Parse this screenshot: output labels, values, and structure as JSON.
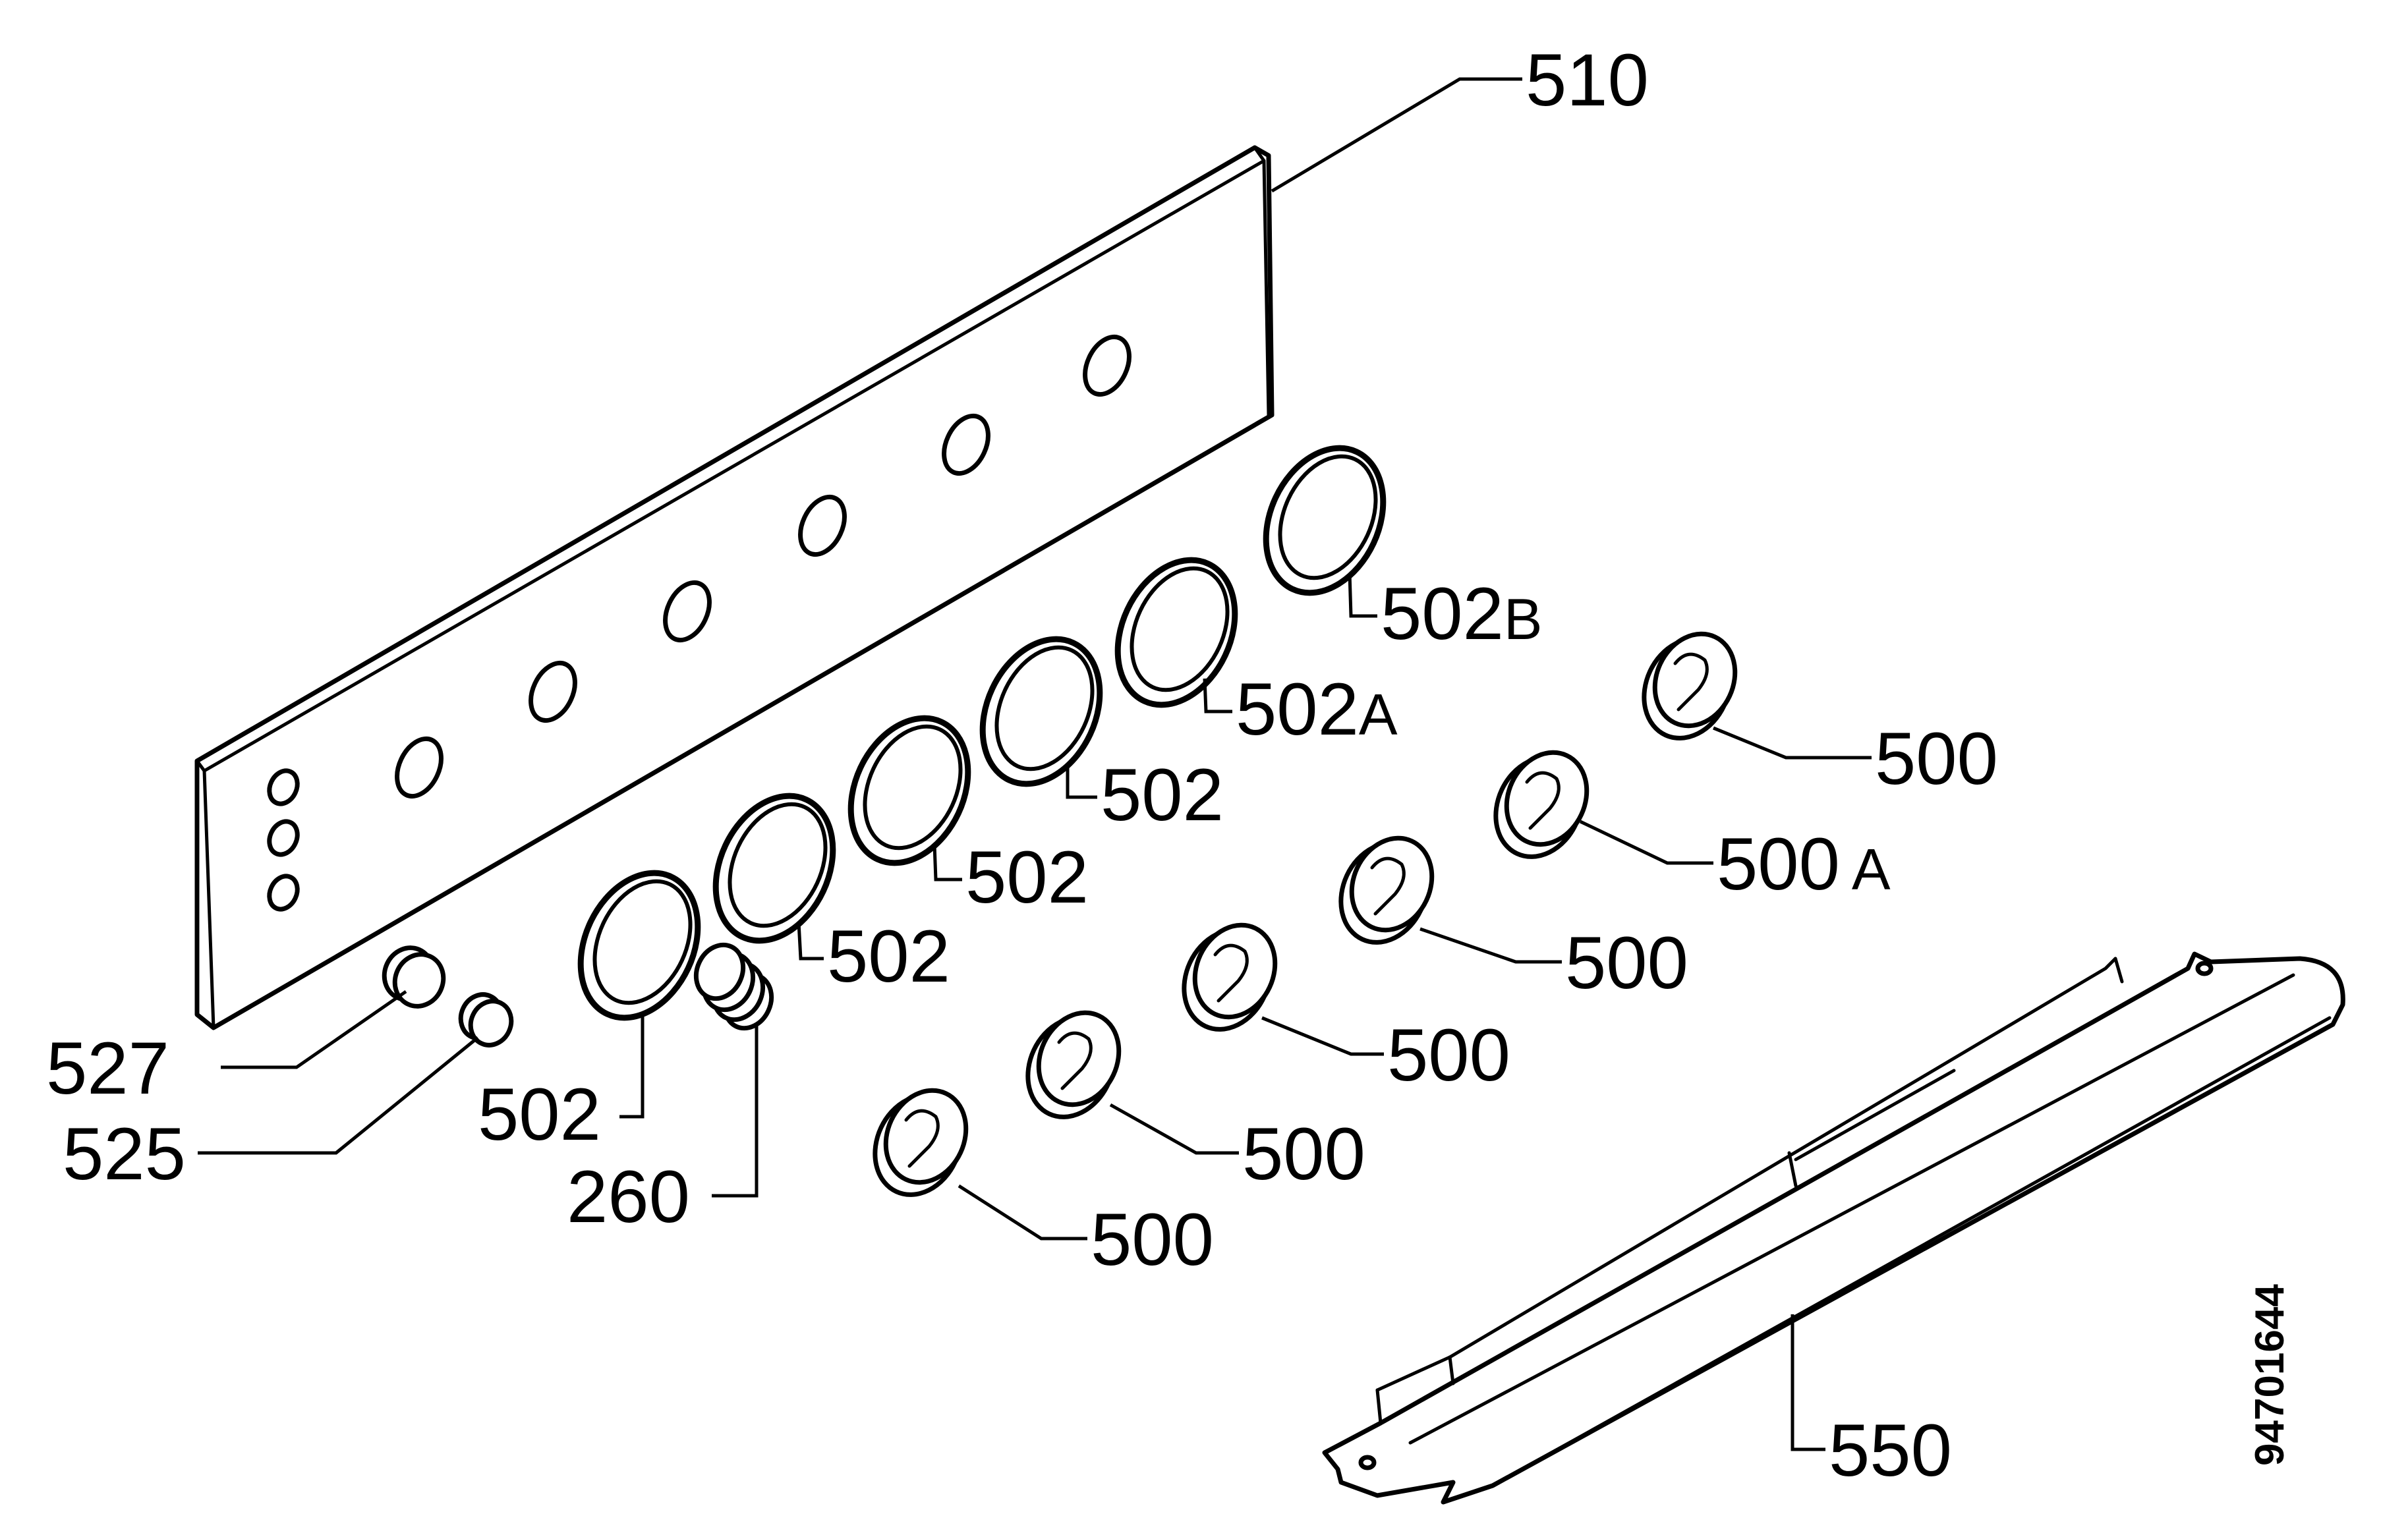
{
  "parts": {
    "panel": "510",
    "ring_1": "502",
    "ring_2": "502",
    "ring_3": "502",
    "ring_4": "502",
    "ring_5_code": "502",
    "ring_5_suffix": "A",
    "ring_6_code": "502",
    "ring_6_suffix": "B",
    "knob_top_right": "500",
    "knob_2_code": "500",
    "knob_2_suffix": "A",
    "knob_3": "500",
    "knob_4": "500",
    "knob_5": "500",
    "knob_6": "500",
    "spring": "260",
    "button_large": "527",
    "button_small": "525",
    "cover": "550"
  },
  "document_number": "94701644",
  "colors": {
    "line": "#000000",
    "background": "#ffffff"
  }
}
